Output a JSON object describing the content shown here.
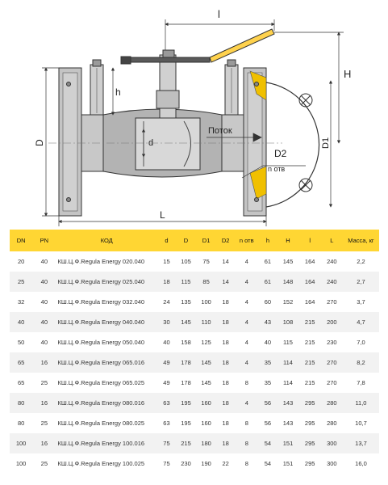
{
  "drawing": {
    "labels": {
      "l": "l",
      "h_handle": "h",
      "H": "H",
      "D": "D",
      "d": "d",
      "D1": "D1",
      "D2": "D2",
      "n_otv": "n отв",
      "L": "L",
      "flow": "Поток"
    }
  },
  "table": {
    "headers": [
      "DN",
      "PN",
      "КОД",
      "d",
      "D",
      "D1",
      "D2",
      "n отв",
      "h",
      "H",
      "l",
      "L",
      "Масса, кг"
    ],
    "rows": [
      [
        "20",
        "40",
        "КШ.Ц.Ф.Regula Energy 020.040",
        "15",
        "105",
        "75",
        "14",
        "4",
        "61",
        "145",
        "164",
        "240",
        "2,2"
      ],
      [
        "25",
        "40",
        "КШ.Ц.Ф.Regula Energy 025.040",
        "18",
        "115",
        "85",
        "14",
        "4",
        "61",
        "148",
        "164",
        "240",
        "2,7"
      ],
      [
        "32",
        "40",
        "КШ.Ц.Ф.Regula Energy 032.040",
        "24",
        "135",
        "100",
        "18",
        "4",
        "60",
        "152",
        "164",
        "270",
        "3,7"
      ],
      [
        "40",
        "40",
        "КШ.Ц.Ф.Regula Energy 040.040",
        "30",
        "145",
        "110",
        "18",
        "4",
        "43",
        "108",
        "215",
        "200",
        "4,7"
      ],
      [
        "50",
        "40",
        "КШ.Ц.Ф.Regula Energy 050.040",
        "40",
        "158",
        "125",
        "18",
        "4",
        "40",
        "115",
        "215",
        "230",
        "7,0"
      ],
      [
        "65",
        "16",
        "КШ.Ц.Ф.Regula Energy 065.016",
        "49",
        "178",
        "145",
        "18",
        "4",
        "35",
        "114",
        "215",
        "270",
        "8,2"
      ],
      [
        "65",
        "25",
        "КШ.Ц.Ф.Regula Energy 065.025",
        "49",
        "178",
        "145",
        "18",
        "8",
        "35",
        "114",
        "215",
        "270",
        "7,8"
      ],
      [
        "80",
        "16",
        "КШ.Ц.Ф.Regula Energy 080.016",
        "63",
        "195",
        "160",
        "18",
        "4",
        "56",
        "143",
        "295",
        "280",
        "11,0"
      ],
      [
        "80",
        "25",
        "КШ.Ц.Ф.Regula Energy 080.025",
        "63",
        "195",
        "160",
        "18",
        "8",
        "56",
        "143",
        "295",
        "280",
        "10,7"
      ],
      [
        "100",
        "16",
        "КШ.Ц.Ф.Regula Energy 100.016",
        "75",
        "215",
        "180",
        "18",
        "8",
        "54",
        "151",
        "295",
        "300",
        "13,7"
      ],
      [
        "100",
        "25",
        "КШ.Ц.Ф.Regula Energy 100.025",
        "75",
        "230",
        "190",
        "22",
        "8",
        "54",
        "151",
        "295",
        "300",
        "16,0"
      ]
    ]
  },
  "colors": {
    "header_bg": "#ffd633",
    "valve_body": "#b8b8b8",
    "line": "#333333"
  }
}
